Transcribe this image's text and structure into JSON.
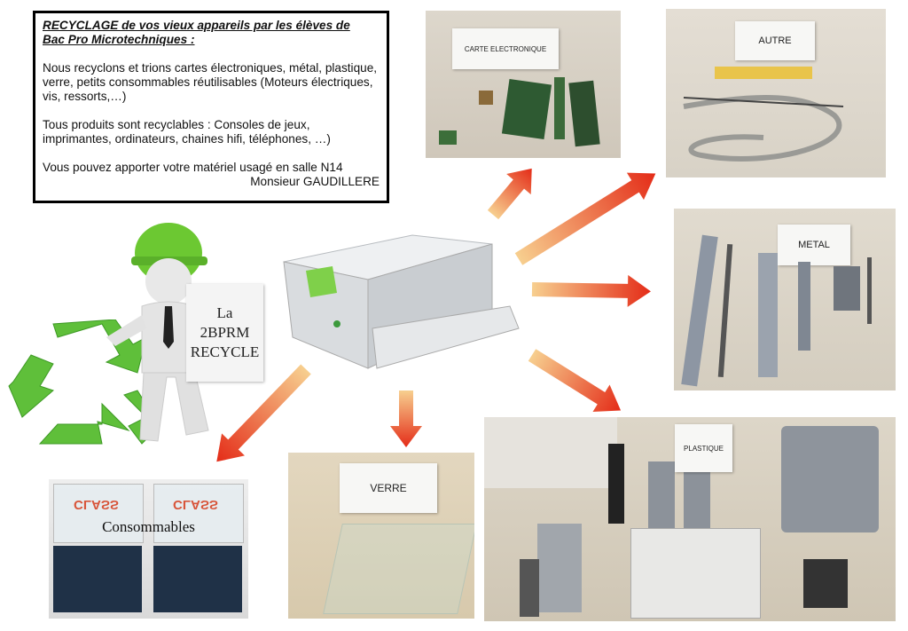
{
  "info_box": {
    "title_line1": "RECYCLAGE de vos vieux appareils par les élèves de",
    "title_line2": "Bac Pro Microtechniques :",
    "para1": "Nous recyclons et trions cartes électroniques, métal, plastique, verre, petits consommables réutilisables (Moteurs électriques, vis, ressorts,…)",
    "para2": "Tous produits sont recyclables : Consoles de jeux, imprimantes, ordinateurs, chaines hifi, téléphones, …)",
    "para3": "Vous pouvez apporter votre matériel usagé en salle N14",
    "signature": "Monsieur GAUDILLERE"
  },
  "categories": {
    "electronics": "CARTE ELECTRONIQUE",
    "other": "AUTRE",
    "metal": "METAL",
    "plastic": "PLASTIQUE",
    "glass": "VERRE",
    "consumables": "Consommables"
  },
  "mascot_sign": {
    "line1": "La",
    "line2": "2BPRM",
    "line3": "RECYCLE"
  },
  "box_brand": "CLASS",
  "colors": {
    "arrow_start": "#f5c27a",
    "arrow_end": "#e8321e",
    "recycle_green": "#5fbf3a",
    "helmet": "#6cc832"
  }
}
